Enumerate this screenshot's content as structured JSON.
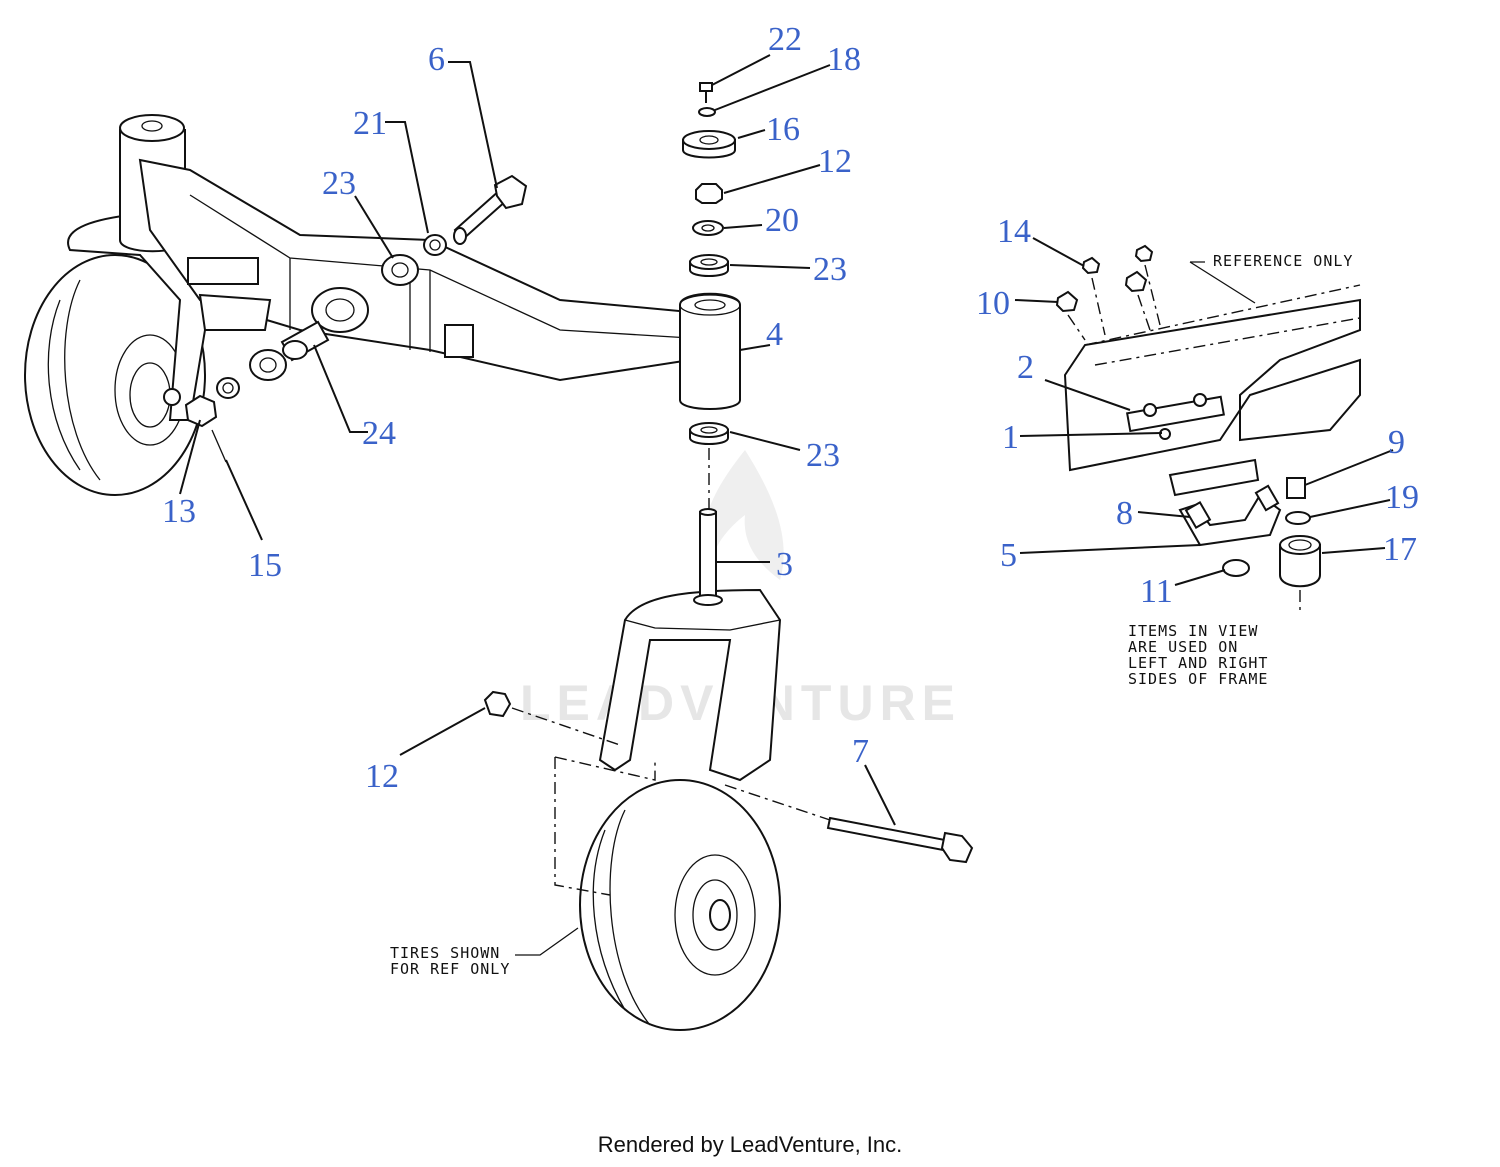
{
  "callouts": [
    {
      "id": "c22",
      "label": "22"
    },
    {
      "id": "c18",
      "label": "18"
    },
    {
      "id": "c6",
      "label": "6"
    },
    {
      "id": "c21",
      "label": "21"
    },
    {
      "id": "c16",
      "label": "16"
    },
    {
      "id": "c12a",
      "label": "12"
    },
    {
      "id": "c23a",
      "label": "23"
    },
    {
      "id": "c20",
      "label": "20"
    },
    {
      "id": "c23b",
      "label": "23"
    },
    {
      "id": "c4",
      "label": "4"
    },
    {
      "id": "c24",
      "label": "24"
    },
    {
      "id": "c23c",
      "label": "23"
    },
    {
      "id": "c13",
      "label": "13"
    },
    {
      "id": "c15",
      "label": "15"
    },
    {
      "id": "c3",
      "label": "3"
    },
    {
      "id": "c12b",
      "label": "12"
    },
    {
      "id": "c7",
      "label": "7"
    },
    {
      "id": "c14",
      "label": "14"
    },
    {
      "id": "c10",
      "label": "10"
    },
    {
      "id": "c2",
      "label": "2"
    },
    {
      "id": "c1",
      "label": "1"
    },
    {
      "id": "c9",
      "label": "9"
    },
    {
      "id": "c19",
      "label": "19"
    },
    {
      "id": "c8",
      "label": "8"
    },
    {
      "id": "c17",
      "label": "17"
    },
    {
      "id": "c5",
      "label": "5"
    },
    {
      "id": "c11",
      "label": "11"
    }
  ],
  "notes": {
    "reference_only": "REFERENCE ONLY",
    "items_line1": "ITEMS IN VIEW",
    "items_line2": "ARE USED ON",
    "items_line3": "LEFT AND RIGHT",
    "items_line4": "SIDES OF FRAME",
    "tires_line1": "TIRES SHOWN",
    "tires_line2": "FOR REF ONLY"
  },
  "watermark": "LEADVENTURE",
  "footer": "Rendered by LeadVenture, Inc."
}
